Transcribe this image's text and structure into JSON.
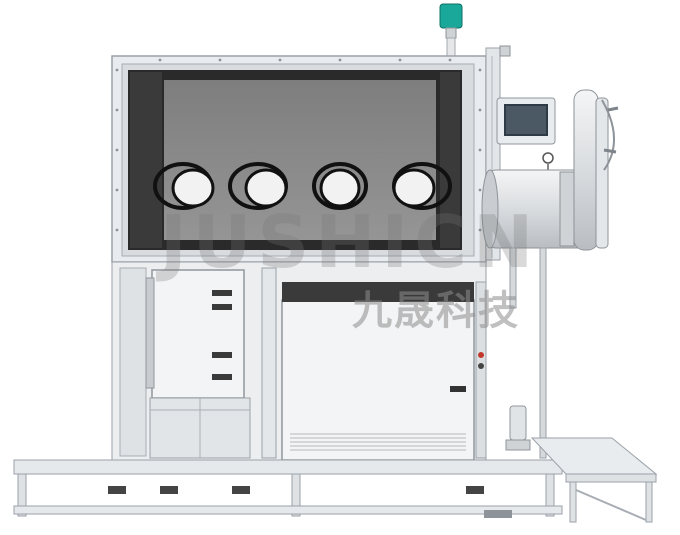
{
  "image": {
    "subject": "glovebox",
    "palette": {
      "frame": "#e9ecef",
      "frame_edge": "#9aa1a8",
      "window_glass": "#8a8a8a",
      "window_border": "#2a2a2a",
      "glove_ring": "#1a1a1a",
      "panel_white": "#f3f4f5",
      "steel": "#d6d9dc",
      "screen": "#2f3b44",
      "indicator_teal": "#1aa89a"
    }
  },
  "watermark": {
    "latin": "JUSHICN",
    "chinese": "九晟科技"
  }
}
